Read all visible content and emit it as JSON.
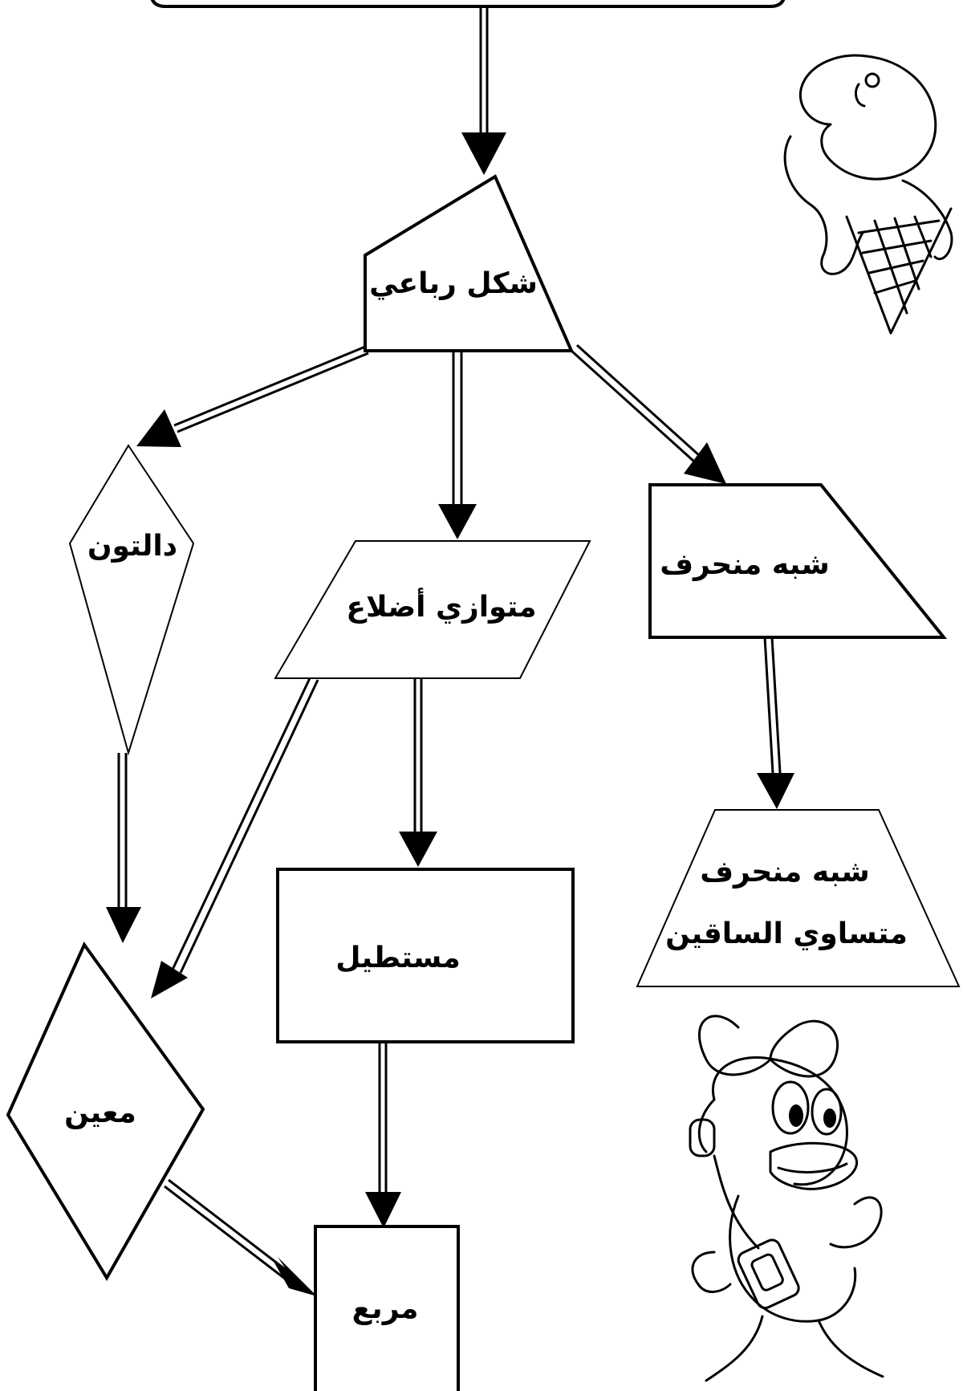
{
  "nodes": {
    "quadrilateral": "شكل رباعي",
    "kite": "دالتون",
    "parallelogram": "متوازي أضلاع",
    "trapezoid": "شبه منحرف",
    "isosceles_trapezoid_line1": "شبه منحرف",
    "isosceles_trapezoid_line2": "متساوي الساقين",
    "rectangle": "مستطيل",
    "rhombus": "معين",
    "square": "مربع"
  },
  "edges": [
    [
      "top-box",
      "quadrilateral"
    ],
    [
      "quadrilateral",
      "kite"
    ],
    [
      "quadrilateral",
      "parallelogram"
    ],
    [
      "quadrilateral",
      "trapezoid"
    ],
    [
      "kite",
      "rhombus"
    ],
    [
      "parallelogram",
      "rhombus"
    ],
    [
      "parallelogram",
      "rectangle"
    ],
    [
      "trapezoid",
      "isosceles_trapezoid"
    ],
    [
      "rectangle",
      "square"
    ],
    [
      "rhombus",
      "square"
    ]
  ],
  "decorations": [
    "ice-cream-icon",
    "cartoon-duck-icon"
  ]
}
